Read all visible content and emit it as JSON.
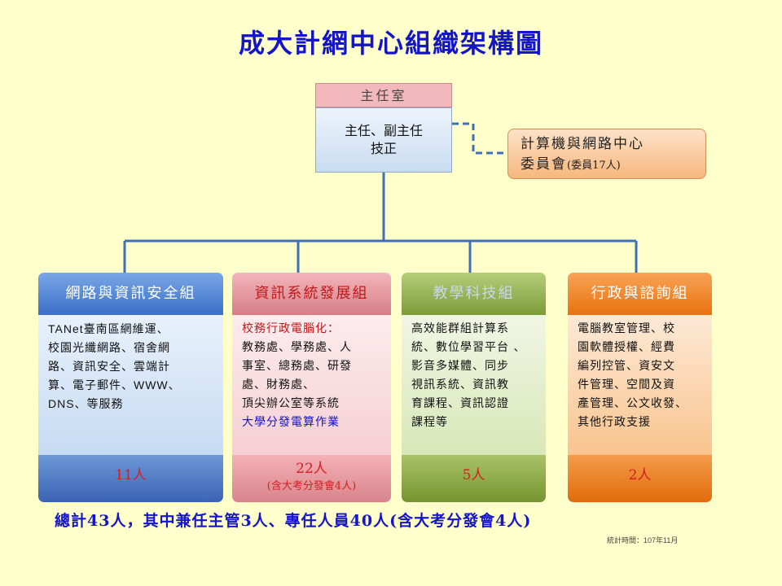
{
  "title": "成大計網中心組織架構圖",
  "director": {
    "header": "主任室",
    "body_lines": [
      "主任、副主任",
      "技正"
    ]
  },
  "committee": {
    "line1": "計算機與網路中心",
    "line2_main": "委員會",
    "line2_note": "(委員17人)"
  },
  "groups": [
    {
      "name": "網路與資訊安全組",
      "duties": [
        "TANet臺南區網維運、",
        "校園光纖網路、宿舍網",
        "路、資訊安全、雲端計",
        "算、電子郵件、WWW、",
        "DNS、等服務"
      ],
      "count": "11人"
    },
    {
      "name": "資訊系統發展組",
      "duties_heading": "校務行政電腦化：",
      "duties": [
        "教務處、學務處、人",
        "事室、總務處、研發",
        "處、財務處、",
        "頂尖辦公室等系統"
      ],
      "duties_extra": "大學分發電算作業",
      "count": "22人",
      "count_note": "(含大考分發會4人)"
    },
    {
      "name": "教學科技組",
      "duties": [
        "高效能群組計算系",
        "統、數位學習平台 、",
        "影音多媒體、同步",
        "視訊系統、資訊教",
        "育課程、資訊認證",
        "課程等"
      ],
      "count": "5人"
    },
    {
      "name": "行政與諮詢組",
      "duties": [
        "電腦教室管理、校",
        "園軟體授權、經費",
        "編列控管、資安文",
        "件管理、空間及資",
        "產管理、公文收發、",
        "其他行政支援"
      ],
      "count": "2人"
    }
  ],
  "total": "總計43人，其中兼任主管3人、專任人員40人(含大考分發會4人)",
  "stat_time": "統計時間：107年11月",
  "colors": {
    "background": "#ffffcc",
    "title": "#1414c8",
    "line": "#3f6fb5",
    "count_text": "#d42020"
  }
}
